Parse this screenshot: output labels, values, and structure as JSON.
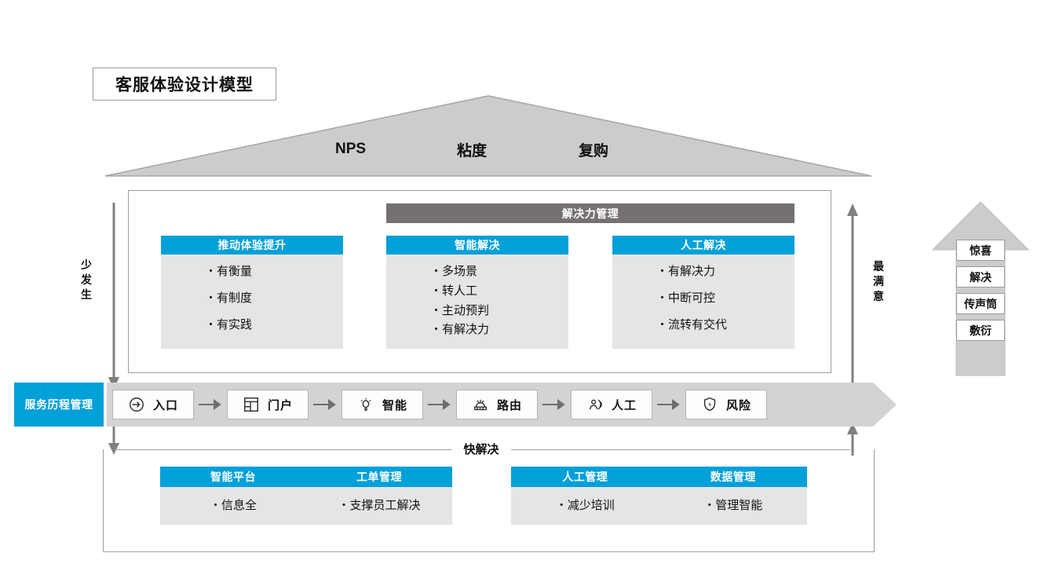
{
  "title": "客服体验设计模型",
  "roof": {
    "labels": [
      "NPS",
      "粘度",
      "复购"
    ]
  },
  "axis": {
    "left_vertical": "少发生",
    "right_vertical": "最满意"
  },
  "group_header": "解决力管理",
  "upper_panels": [
    {
      "header": "推动体验提升",
      "items": [
        "・有衡量",
        "・有制度",
        "・有实践"
      ]
    },
    {
      "header": "智能解决",
      "items": [
        "・多场景",
        "・转人工",
        "・主动预判",
        "・有解决力"
      ]
    },
    {
      "header": "人工解决",
      "items": [
        "・有解决力",
        "・中断可控",
        "・流转有交代"
      ]
    }
  ],
  "journey": {
    "label": "服务历程管理",
    "steps": [
      {
        "label": "入口",
        "icon": "arrow-into-circle-icon"
      },
      {
        "label": "门户",
        "icon": "dashboard-layout-icon"
      },
      {
        "label": "智能",
        "icon": "lightbulb-icon"
      },
      {
        "label": "路由",
        "icon": "router-icon"
      },
      {
        "label": "人工",
        "icon": "agent-headset-icon"
      },
      {
        "label": "风险",
        "icon": "shield-bolt-icon"
      }
    ],
    "separator_icon": "arrow-right-icon"
  },
  "divider_label": "快解决",
  "lower_panels": [
    {
      "headers": [
        "智能平台",
        "工单管理"
      ],
      "items": [
        "・信息全",
        "・支撑员工解决"
      ]
    },
    {
      "headers": [
        "人工管理",
        "数据管理"
      ],
      "items": [
        "・减少培训",
        "・管理智能"
      ]
    }
  ],
  "side_arrow": {
    "icon": "up-arrow-icon",
    "labels": [
      "惊喜",
      "解决",
      "传声筒",
      "敷衍"
    ]
  },
  "colors": {
    "accent_blue": "#00A0D8",
    "group_gray": "#767171",
    "panel_gray": "#e5e5e4",
    "roof_gray": "#cccccc",
    "band_gray": "#d3d3d3",
    "arrow_gray": "#808080"
  }
}
